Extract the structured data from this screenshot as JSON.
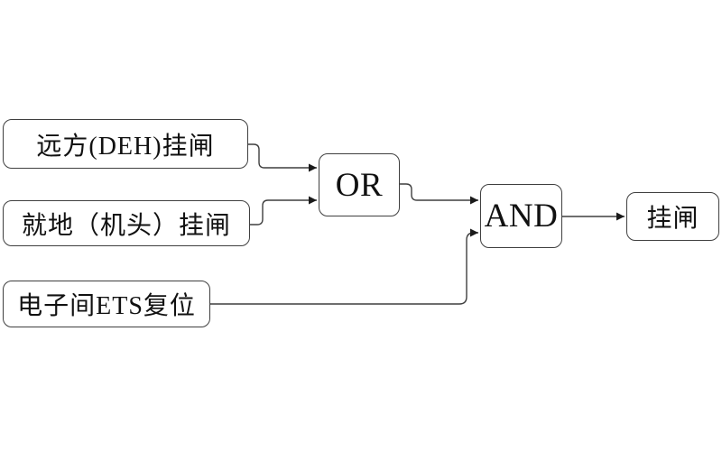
{
  "page": {
    "background_color": "#ffffff"
  },
  "diagram": {
    "type": "logic-flowchart",
    "line_color": "#3f3f3f",
    "arrow_color": "#1a1a1a",
    "nodes": [
      {
        "id": "input-remote-deh",
        "type": "input",
        "label": "远方(DEH)挂闸"
      },
      {
        "id": "input-local-head",
        "type": "input",
        "label": "就地（机头）挂闸"
      },
      {
        "id": "input-ets-reset",
        "type": "input",
        "label": "电子间ETS复位"
      },
      {
        "id": "or-gate",
        "type": "gate",
        "label": "OR"
      },
      {
        "id": "and-gate",
        "type": "gate",
        "label": "AND"
      },
      {
        "id": "output-latch",
        "type": "output",
        "label": "挂闸"
      }
    ],
    "edges": [
      {
        "from": "input-remote-deh",
        "to": "or-gate"
      },
      {
        "from": "input-local-head",
        "to": "or-gate"
      },
      {
        "from": "or-gate",
        "to": "and-gate"
      },
      {
        "from": "input-ets-reset",
        "to": "and-gate"
      },
      {
        "from": "and-gate",
        "to": "output-latch"
      }
    ]
  }
}
